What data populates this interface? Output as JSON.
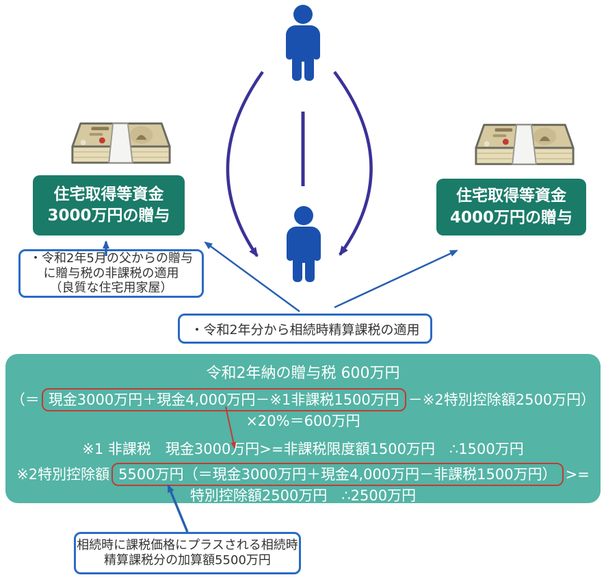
{
  "colors": {
    "person_blue": "#1b51ae",
    "relation_purple": "#3b3298",
    "arrow_blue": "#2760b0",
    "callout_border": "#2a6ac4",
    "gift_box_green": "#1a7b68",
    "tax_box_teal": "#54b4a6",
    "highlight_red": "#c23b32",
    "text_white": "#ffffff",
    "text_dark": "#333333",
    "money_tan": "#d6c9a0",
    "money_cream": "#e7dcb8"
  },
  "icons": {
    "parent": "person-icon",
    "child": "person-icon",
    "money_left": "money-stack-icon",
    "money_right": "money-stack-icon"
  },
  "gift_left": {
    "text": "住宅取得等資金\n3000万円の贈与"
  },
  "gift_right": {
    "text": "住宅取得等資金\n4000万円の贈与"
  },
  "callout_left": {
    "text": "・令和2年5月の父からの贈与\nに贈与税の非課税の適用\n（良質な住宅用家屋）"
  },
  "callout_center": {
    "text": "・令和2年分から相続時精算課税の適用"
  },
  "callout_bottom": {
    "text": "相続時に課税価格にプラスされる相続時精算課税分の加算額5500万円"
  },
  "tax_box": {
    "title": "令和2年納の贈与税 600万円",
    "formula_prefix": "（＝",
    "formula_highlight": "現金3000万円＋現金4,000万円－※1非課税1500万円",
    "formula_suffix": "－※2特別控除額2500万円）",
    "formula_line2": "×20%＝600万円",
    "note1": "※1 非課税　現金3000万円>=非課税限度額1500万円　∴1500万円",
    "note2_prefix": "※2特別控除額",
    "note2_highlight": "5500万円（＝現金3000万円＋現金4,000万円－非課税1500万円）",
    "note2_suffix": ">=",
    "note2_line2": "特別控除額2500万円　∴2500万円"
  }
}
